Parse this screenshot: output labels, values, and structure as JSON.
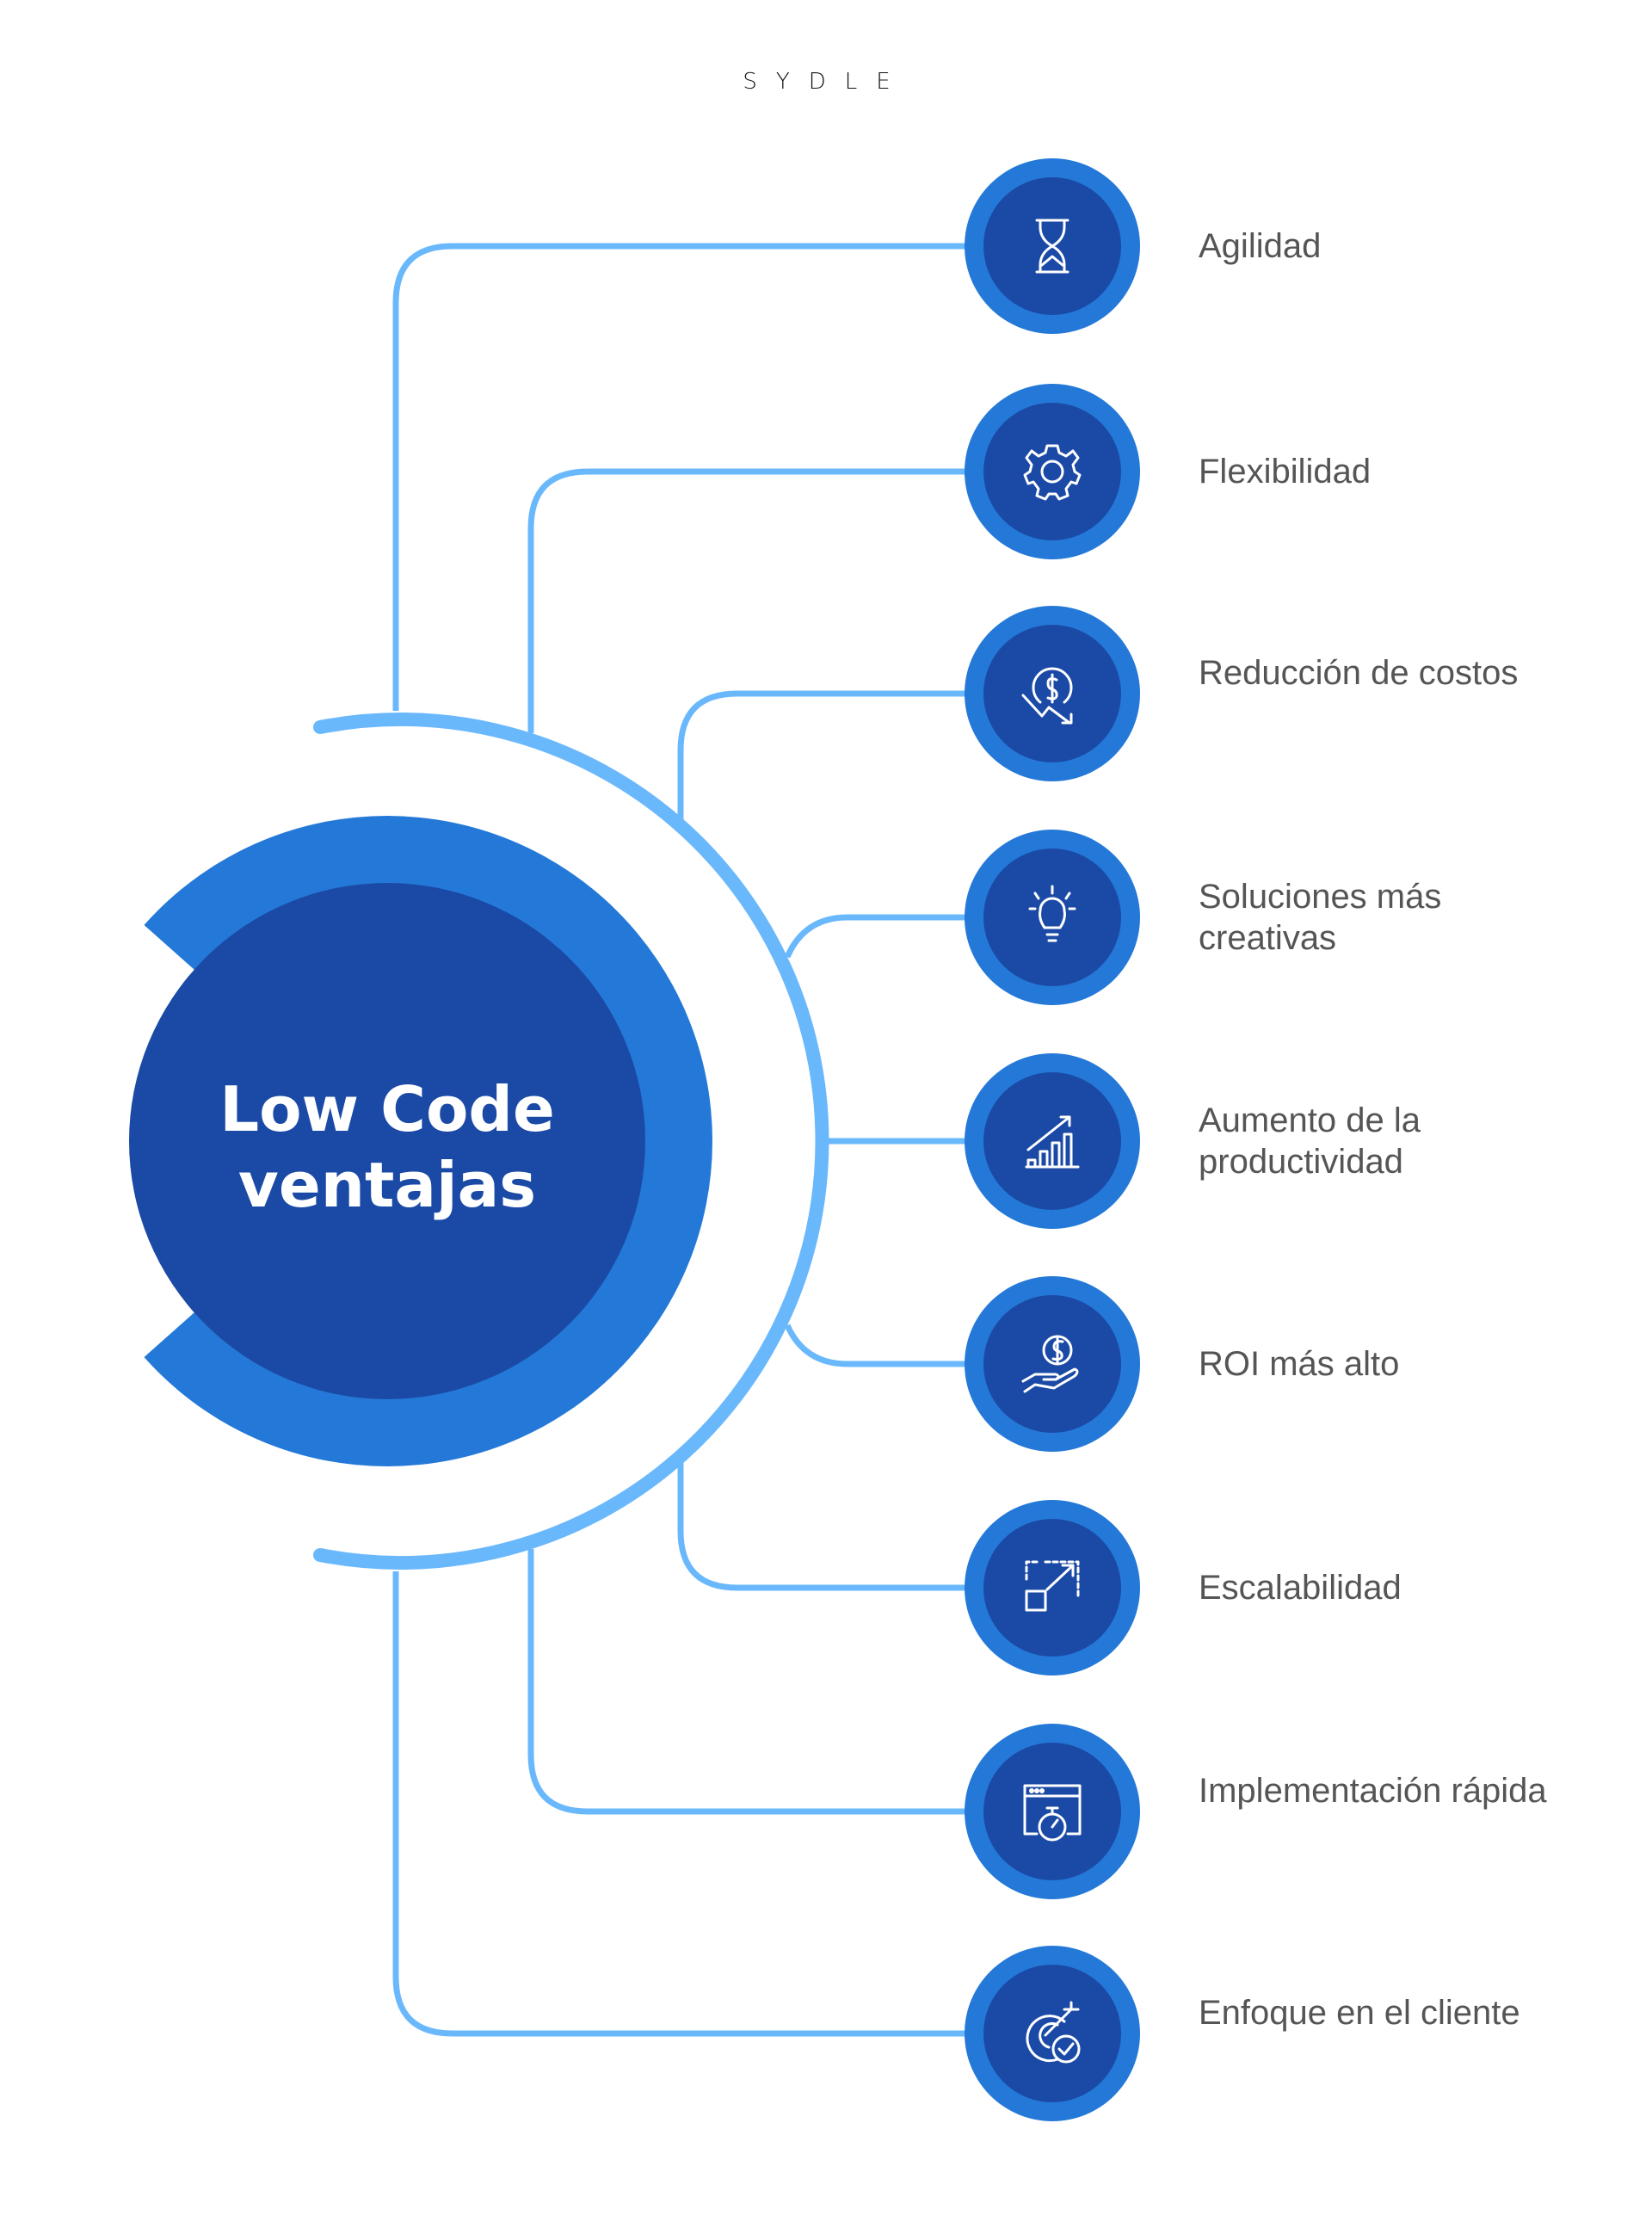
{
  "logo": "SYDLE",
  "center": {
    "line1": "Low Code",
    "line2": "ventajas"
  },
  "colors": {
    "arc": "#6ab8fc",
    "outer": "#2479d8",
    "inner": "#1b4aa6",
    "text": "#555555"
  },
  "items": [
    {
      "label": "Agilidad",
      "icon": "hourglass-icon"
    },
    {
      "label": "Flexibilidad",
      "icon": "gear-icon"
    },
    {
      "label": "Reducción de costos",
      "icon": "cost-reduction-icon"
    },
    {
      "label": "Soluciones más creativas",
      "icon": "lightbulb-icon"
    },
    {
      "label": "Aumento de la productividad",
      "icon": "growth-chart-icon"
    },
    {
      "label": "ROI más alto",
      "icon": "money-hand-icon"
    },
    {
      "label": "Escalabilidad",
      "icon": "scale-icon"
    },
    {
      "label": "Implementación rápida",
      "icon": "browser-stopwatch-icon"
    },
    {
      "label": "Enfoque en el cliente",
      "icon": "target-check-icon"
    }
  ]
}
